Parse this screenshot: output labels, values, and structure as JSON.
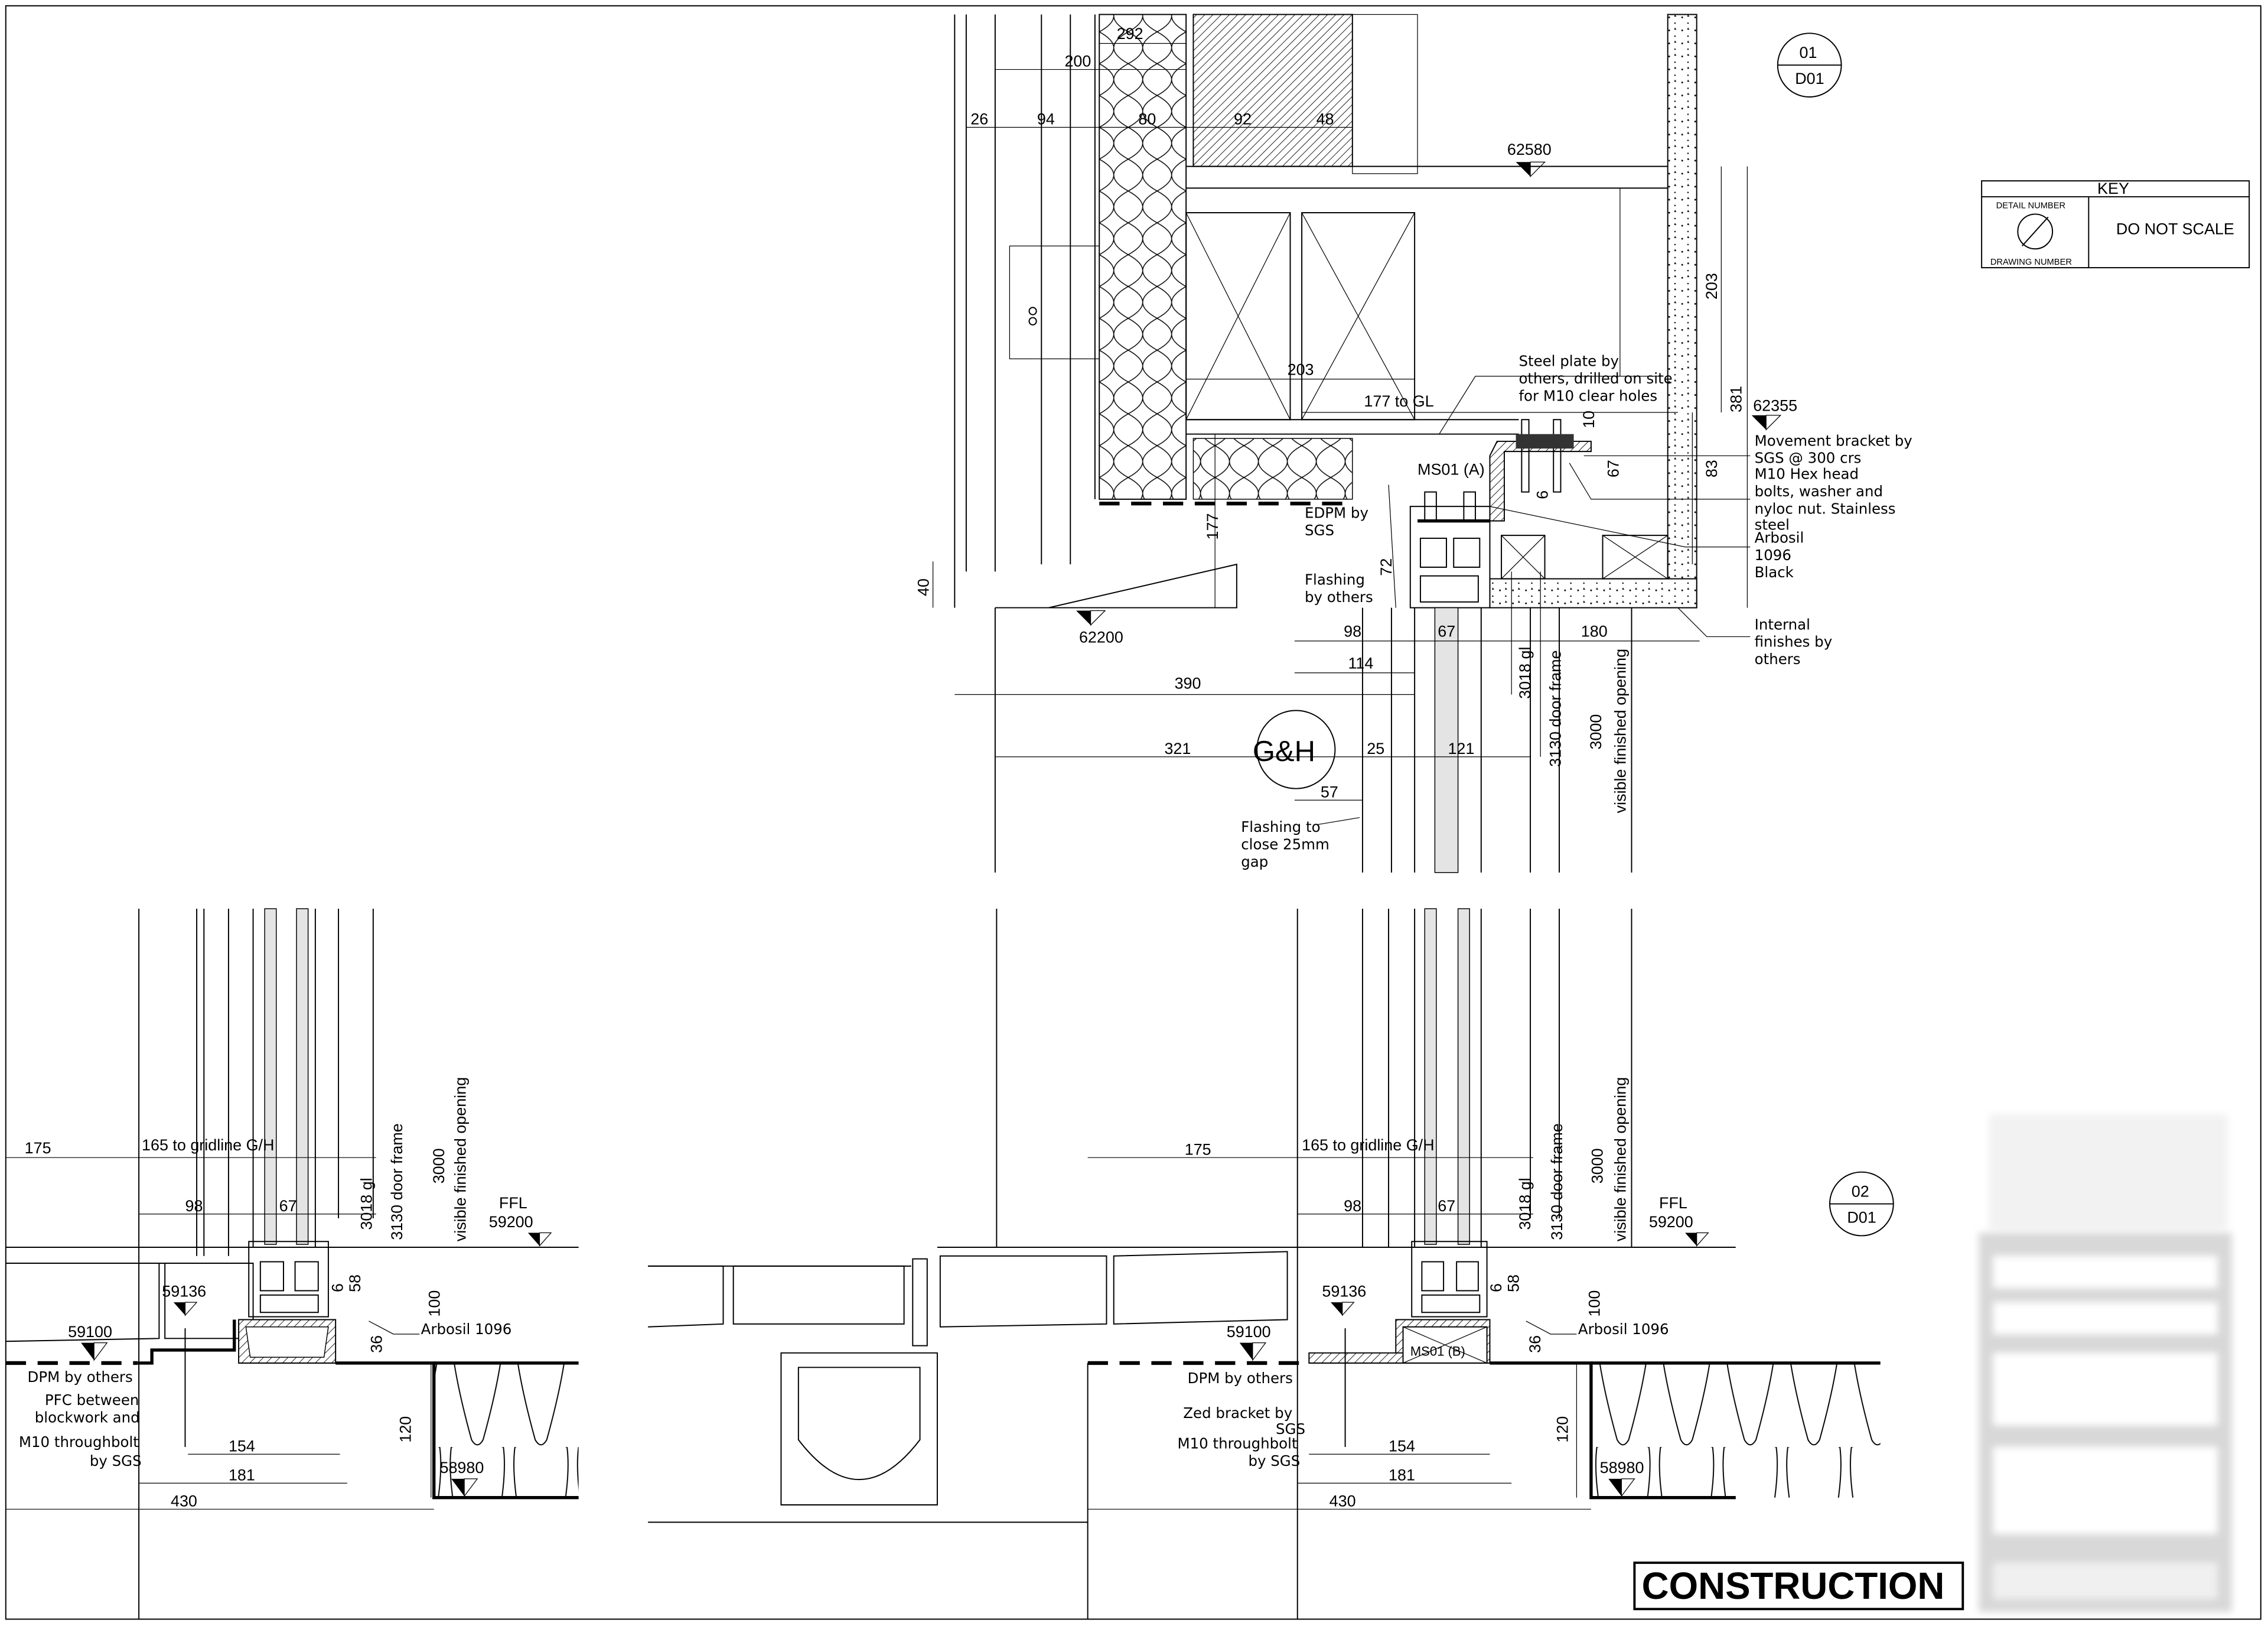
{
  "stamp": "CONSTRUCTION",
  "key": {
    "title": "KEY",
    "detail_number": "DETAIL NUMBER",
    "drawing_number": "DRAWING NUMBER",
    "note": "DO NOT SCALE"
  },
  "detail_01": {
    "ref_number": "01",
    "ref_drawing": "D01",
    "gridline": "G&H",
    "dims": {
      "d292": "292",
      "d200": "200",
      "d26": "26",
      "d94": "94",
      "d80": "80",
      "d92": "92",
      "d48": "48",
      "d203v": "203",
      "d203": "203",
      "d177gl": "177 to GL",
      "d381": "381",
      "d10": "10",
      "d67v": "67",
      "d83": "83",
      "d6": "6",
      "d177": "177",
      "d72": "72",
      "d40": "40",
      "d98": "98",
      "d67": "67",
      "d180": "180",
      "d114": "114",
      "d390": "390",
      "d321": "321",
      "d25": "25",
      "d121": "121",
      "d57": "57",
      "gl": "3018 gl",
      "frame": "3130 door frame",
      "opening": "3000",
      "opening_label": "visible finished opening"
    },
    "levels": {
      "top": "62580",
      "bracket": "62355",
      "bottom": "62200"
    },
    "labels": {
      "ms01": "MS01 (A)"
    },
    "notes": {
      "edpm": [
        "EDPM by",
        "SGS"
      ],
      "flashing": [
        "Flashing",
        "by others"
      ],
      "flashing_gap": [
        "Flashing to",
        "close 25mm",
        "gap"
      ],
      "steel_plate": [
        "Steel plate by",
        "others, drilled on site",
        "for M10 clear holes"
      ],
      "bracket": [
        "Movement bracket by",
        "SGS @ 300 crs",
        "M10 Hex head",
        "bolts, washer and",
        "nyloc nut. Stainless",
        "steel"
      ],
      "arbosil": [
        "Arbosil",
        "1096",
        "Black"
      ],
      "finishes": [
        "Internal",
        "finishes by",
        "others"
      ]
    }
  },
  "detail_left": {
    "dims": {
      "d175": "175",
      "grid": "165 to gridline G/H",
      "d98": "98",
      "d67": "67",
      "gl": "3018 gl",
      "frame": "3130 door frame",
      "opening": "3000",
      "opening_label": "visible finished opening",
      "d6": "6",
      "d58": "58",
      "d100": "100",
      "d36": "36",
      "d154": "154",
      "d120": "120",
      "d181": "181",
      "d430": "430"
    },
    "levels": {
      "ffl": "FFL",
      "ffl_val": "59200",
      "l59136": "59136",
      "l59100": "59100",
      "l58980": "58980"
    },
    "notes": {
      "arbosil": "Arbosil 1096",
      "dpm": "DPM by others",
      "pfc": [
        "PFC between",
        "blockwork and"
      ],
      "bolt": [
        "M10 throughbolt",
        "by SGS"
      ]
    }
  },
  "detail_02": {
    "ref_number": "02",
    "ref_drawing": "D01",
    "dims": {
      "d175": "175",
      "grid": "165 to gridline G/H",
      "d98": "98",
      "d67": "67",
      "gl": "3018 gl",
      "frame": "3130 door frame",
      "opening": "3000",
      "opening_label": "visible finished opening",
      "d6": "6",
      "d58": "58",
      "d100": "100",
      "d36": "36",
      "d154": "154",
      "d120": "120",
      "d181": "181",
      "d430": "430"
    },
    "levels": {
      "ffl": "FFL",
      "ffl_val": "59200",
      "l59136": "59136",
      "l59100": "59100",
      "l58980": "58980"
    },
    "labels": {
      "ms01": "MS01 (B)"
    },
    "notes": {
      "arbosil": "Arbosil 1096",
      "dpm": "DPM by others",
      "zed": [
        "Zed bracket by",
        "SGS"
      ],
      "bolt": [
        "M10 throughbolt",
        "by SGS"
      ]
    }
  }
}
